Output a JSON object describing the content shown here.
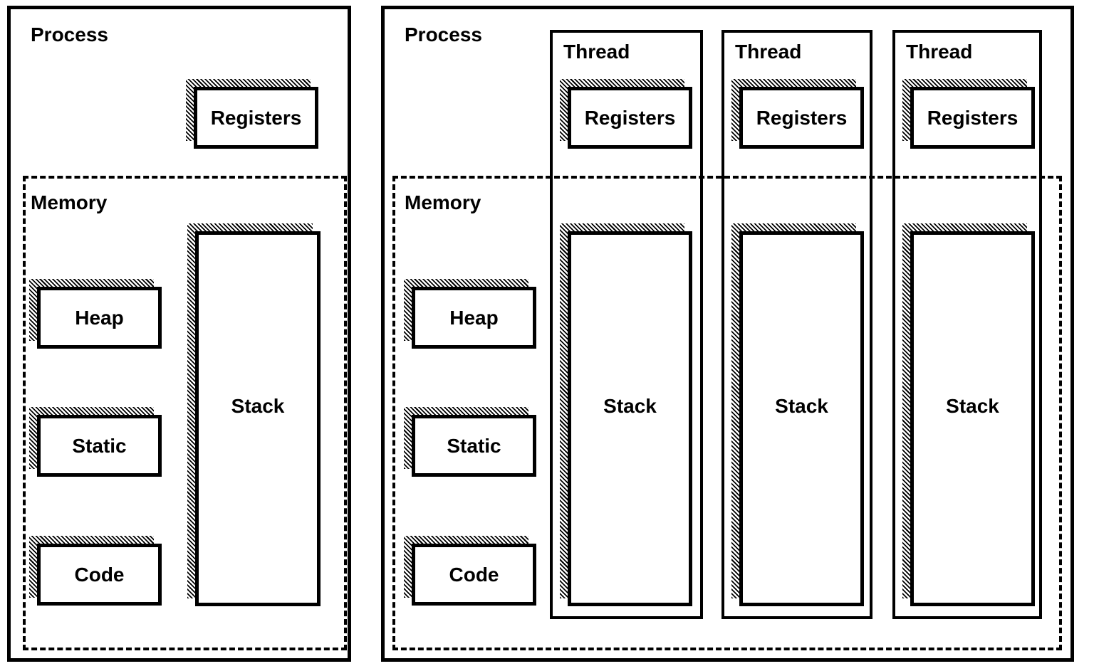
{
  "colors": {
    "ink": "#000000",
    "paper": "#ffffff"
  },
  "single_threaded_process": {
    "title": "Process",
    "registers_label": "Registers",
    "memory": {
      "title": "Memory",
      "heap_label": "Heap",
      "static_label": "Static",
      "code_label": "Code",
      "stack_label": "Stack"
    }
  },
  "multi_threaded_process": {
    "title": "Process",
    "memory": {
      "title": "Memory",
      "heap_label": "Heap",
      "static_label": "Static",
      "code_label": "Code"
    },
    "threads": [
      {
        "title": "Thread",
        "registers_label": "Registers",
        "stack_label": "Stack"
      },
      {
        "title": "Thread",
        "registers_label": "Registers",
        "stack_label": "Stack"
      },
      {
        "title": "Thread",
        "registers_label": "Registers",
        "stack_label": "Stack"
      }
    ]
  }
}
